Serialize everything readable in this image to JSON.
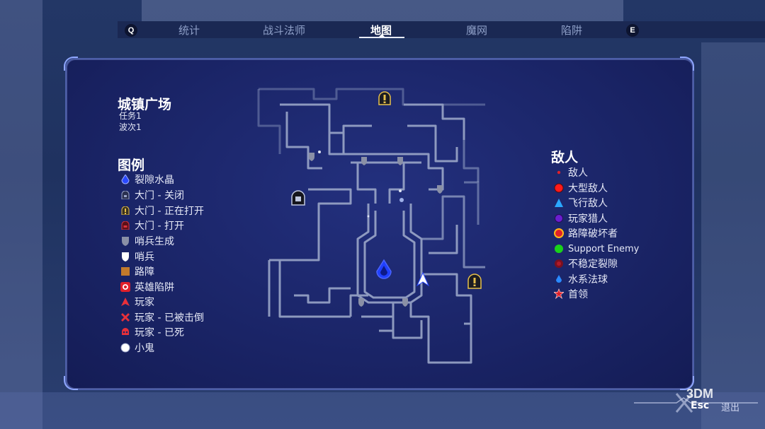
{
  "tabs": {
    "prev_key": "Q",
    "next_key": "E",
    "items": [
      "统计",
      "战斗法师",
      "地图",
      "魔网",
      "陷阱"
    ],
    "active": "地图"
  },
  "area": {
    "title": "城镇广场",
    "mission": "任务1",
    "wave": "波次1"
  },
  "legend": {
    "title": "图例",
    "items": [
      {
        "label": "裂隙水晶",
        "icon": "rift-crystal-icon",
        "color": "#2a49ff"
      },
      {
        "label": "大门 - 关闭",
        "icon": "gate-closed-icon",
        "color": "#9aa4c8"
      },
      {
        "label": "大门 - 正在打开",
        "icon": "gate-opening-icon",
        "color": "#e8c14a"
      },
      {
        "label": "大门 - 打开",
        "icon": "gate-open-icon",
        "color": "#d8323c"
      },
      {
        "label": "哨兵生成",
        "icon": "sentry-spawn-icon",
        "color": "#9aa0b4"
      },
      {
        "label": "哨兵",
        "icon": "sentry-icon",
        "color": "#ffffff"
      },
      {
        "label": "路障",
        "icon": "barricade-icon",
        "color": "#c27a2c"
      },
      {
        "label": "英雄陷阱",
        "icon": "hero-trap-icon",
        "color": "#e0202a"
      },
      {
        "label": "玩家",
        "icon": "player-icon",
        "color": "#e8303a"
      },
      {
        "label": "玩家 - 已被击倒",
        "icon": "player-downed-icon",
        "color": "#e8303a"
      },
      {
        "label": "玩家 - 已死",
        "icon": "player-dead-icon",
        "color": "#e8303a"
      },
      {
        "label": "小鬼",
        "icon": "imp-icon",
        "color": "#ffffff"
      }
    ]
  },
  "enemies": {
    "title": "敌人",
    "items": [
      {
        "label": "敌人",
        "icon": "enemy-icon",
        "color": "#e0202a"
      },
      {
        "label": "大型敌人",
        "icon": "large-enemy-icon",
        "color": "#ff1a1a"
      },
      {
        "label": "飞行敌人",
        "icon": "flying-enemy-icon",
        "color": "#2aa8ff"
      },
      {
        "label": "玩家猎人",
        "icon": "player-hunter-icon",
        "color": "#6a1fd0"
      },
      {
        "label": "路障破坏者",
        "icon": "barricade-breaker-icon",
        "color": "#ff7a1a"
      },
      {
        "label": "Support Enemy",
        "icon": "support-enemy-icon",
        "color": "#1ad21a"
      },
      {
        "label": "不稳定裂隙",
        "icon": "unstable-rift-icon",
        "color": "#b01a2a"
      },
      {
        "label": "水系法球",
        "icon": "water-orb-icon",
        "color": "#2a8aff"
      },
      {
        "label": "首领",
        "icon": "boss-icon",
        "color": "#e0202a"
      }
    ]
  },
  "footer": {
    "esc_key": "Esc",
    "exit_label": "退出",
    "watermark": "3DM"
  }
}
